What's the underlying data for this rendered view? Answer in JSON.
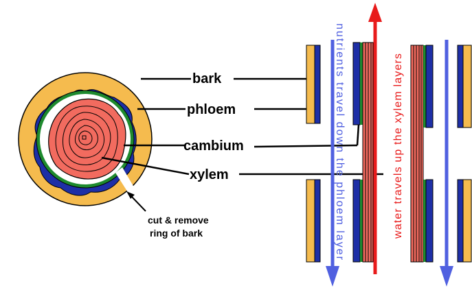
{
  "labels": {
    "bark": "bark",
    "phloem": "phloem",
    "cambium": "cambium",
    "xylem": "xylem",
    "cut_line1": "cut & remove",
    "cut_line2": "ring of bark",
    "nutrients": "nutrients travel down the phloem layer",
    "water": "water travels up the xylem layers"
  },
  "colors": {
    "bark": "#f5bb4e",
    "phloem": "#1e2fa6",
    "cambium": "#1e8a2e",
    "xylem": "#f26b5f",
    "water_arrow": "#e81b1b",
    "nutrient_arrow": "#5060e0"
  }
}
